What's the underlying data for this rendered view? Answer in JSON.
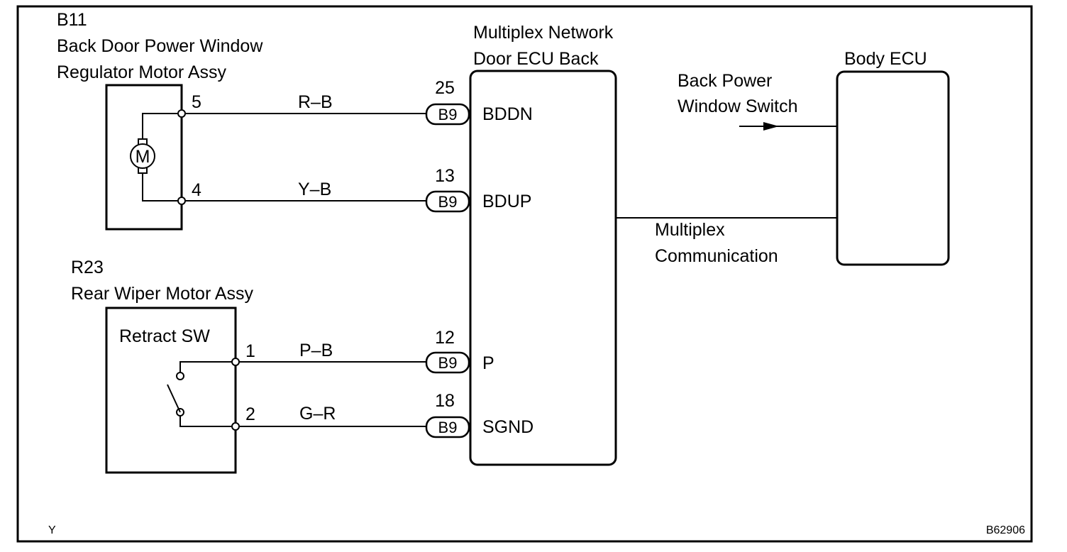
{
  "b11": {
    "code": "B11",
    "name_line1": "Back Door Power Window",
    "name_line2": "Regulator Motor Assy",
    "motor_symbol": "M",
    "pin_a": "5",
    "pin_b": "4"
  },
  "r23": {
    "code": "R23",
    "name": "Rear Wiper Motor Assy",
    "switch_label": "Retract SW",
    "pin_a": "1",
    "pin_b": "2"
  },
  "ecu_back": {
    "title_line1": "Multiplex Network",
    "title_line2": "Door ECU Back",
    "connector": "B9",
    "terminals": [
      {
        "pin": "25",
        "name": "BDDN",
        "wire": "R–B"
      },
      {
        "pin": "13",
        "name": "BDUP",
        "wire": "Y–B"
      },
      {
        "pin": "12",
        "name": "P",
        "wire": "P–B"
      },
      {
        "pin": "18",
        "name": "SGND",
        "wire": "G–R"
      }
    ]
  },
  "body_ecu": {
    "title": "Body ECU",
    "signal_line1": "Back Power",
    "signal_line2": "Window Switch",
    "comm_line1": "Multiplex",
    "comm_line2": "Communication"
  },
  "footer": {
    "left_mark": "Y",
    "ref_code": "B62906"
  }
}
